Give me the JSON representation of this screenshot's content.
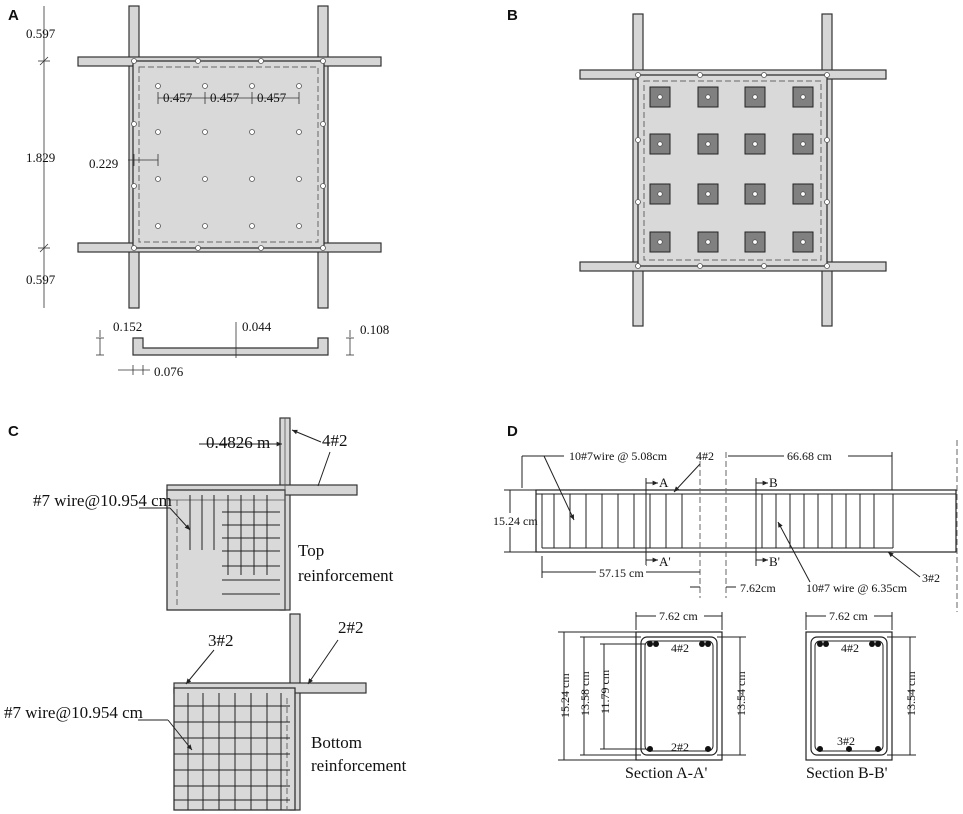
{
  "panels": {
    "a": "A",
    "b": "B",
    "c": "C",
    "d": "D"
  },
  "panel_a": {
    "dims": {
      "top_offset": "0.597",
      "span": "1.829",
      "bottom_offset": "0.597",
      "spacing_1": "0.457",
      "spacing_2": "0.457",
      "spacing_3": "0.457",
      "edge": "0.229"
    },
    "section": {
      "depth": "0.152",
      "slab_thickness": "0.044",
      "rib_depth": "0.108",
      "rib_width": "0.076"
    }
  },
  "panel_c": {
    "top": {
      "dim": "0.4826 m",
      "bars": "4#2",
      "wire": "#7 wire@10.954 cm",
      "caption_1": "Top",
      "caption_2": "reinforcement"
    },
    "bottom": {
      "bars_edge": "3#2",
      "bars_beam": "2#2",
      "wire": "#7 wire@10.954 cm",
      "caption_1": "Bottom",
      "caption_2": "reinforcement"
    }
  },
  "panel_d": {
    "elevation": {
      "stirrups_left": "10#7wire @ 5.08cm",
      "top_bars": "4#2",
      "length_right": "66.68 cm",
      "depth": "15.24 cm",
      "length_left": "57.15 cm",
      "gap": "7.62cm",
      "stirrups_right": "10#7 wire @ 6.35cm",
      "bottom_bars": "3#2",
      "cut_a": "A",
      "cut_a_prime": "A'",
      "cut_b": "B",
      "cut_b_prime": "B'"
    },
    "section_a": {
      "width": "7.62 cm",
      "top_bars": "4#2",
      "bottom_bars": "2#2",
      "overall_depth": "15.24 cm",
      "outer_depth": "13.58 cm",
      "inner_depth": "11.79 cm",
      "right_depth": "13.54 cm",
      "title": "Section A-A'"
    },
    "section_b": {
      "width": "7.62 cm",
      "top_bars": "4#2",
      "bottom_bars": "3#2",
      "right_depth": "13.54 cm",
      "title": "Section B-B'"
    }
  }
}
